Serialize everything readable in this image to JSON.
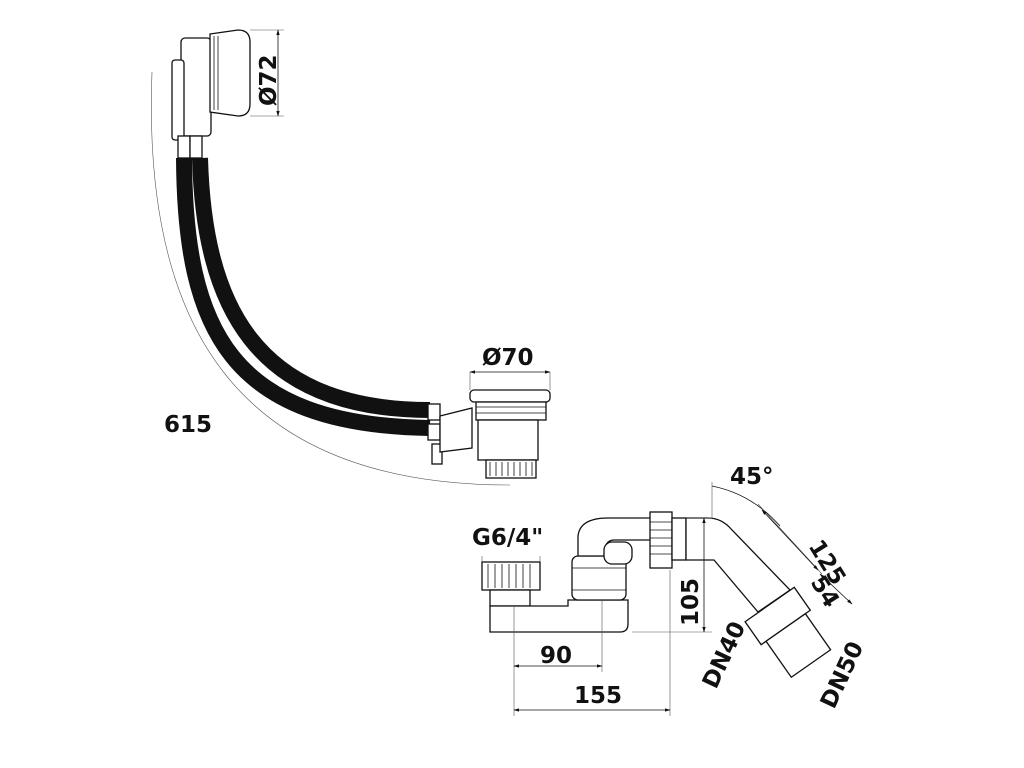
{
  "dimensions": {
    "overflow_diameter": "Ø72",
    "waste_diameter": "Ø70",
    "cable_length": "615",
    "thread": "G6/4\"",
    "horizontal_offset": "90",
    "overall_width": "155",
    "trap_height": "105",
    "angle": "45°",
    "elbow_length": "125",
    "reducer_length": "54",
    "dn_small": "DN40",
    "dn_large": "DN50"
  }
}
